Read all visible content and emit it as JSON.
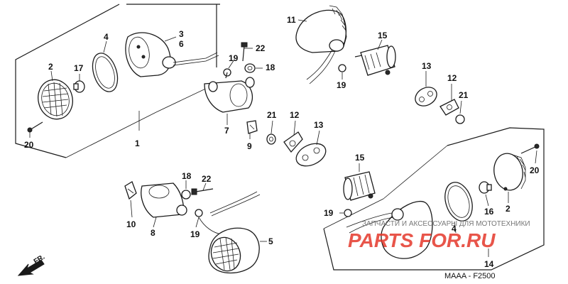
{
  "diagram": {
    "code": "MAAA - F2500",
    "front_marker": "FR.",
    "watermark_caption": "ЗАПЧАСТИ И АКСЕССУАРЫ ДЛЯ МОТОТЕХНИКИ",
    "watermark_brand": "PARTS FOR.RU",
    "labels": {
      "l1": "1",
      "l2a": "2",
      "l2b": "2",
      "l3": "3",
      "l4a": "4",
      "l4b": "4",
      "l5": "5",
      "l6": "6",
      "l7": "7",
      "l8": "8",
      "l9": "9",
      "l10": "10",
      "l11": "11",
      "l12a": "12",
      "l12b": "12",
      "l13a": "13",
      "l13b": "13",
      "l14": "14",
      "l15a": "15",
      "l15b": "15",
      "l16": "16",
      "l17": "17",
      "l18a": "18",
      "l18b": "18",
      "l19a": "19",
      "l19b": "19",
      "l19c": "19",
      "l19d": "19",
      "l20a": "20",
      "l20b": "20",
      "l21a": "21",
      "l21b": "21",
      "l22a": "22",
      "l22b": "22"
    }
  }
}
